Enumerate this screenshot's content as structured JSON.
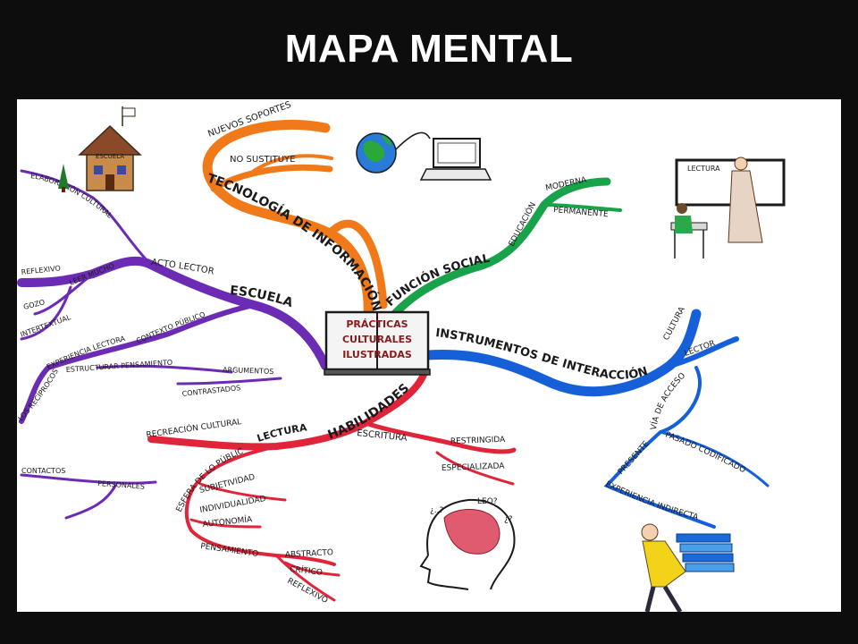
{
  "slide": {
    "title": "MAPA MENTAL"
  },
  "center": {
    "lines": [
      "PRÁCTICAS",
      "CULTURALES",
      "ILUSTRADAS"
    ]
  },
  "branches": {
    "tecnologia": {
      "label": "TECNOLOGÍA DE INFORMACIÓN",
      "subs": [
        "NUEVOS SOPORTES",
        "NO SUSTITUYE"
      ]
    },
    "funcion": {
      "label": "FUNCIÓN SOCIAL",
      "subs": [
        "EDUCACIÓN",
        "MODERNA",
        "PERMANENTE"
      ]
    },
    "instrumentos": {
      "label": "INSTRUMENTOS DE INTERACCIÓN",
      "subs": [
        "CULTURA",
        "LECTOR",
        "VÍA DE ACCESO",
        "PRESENTE",
        "PASADO CODIFICADO",
        "EXPERIENCIA INDIRECTA"
      ]
    },
    "habilidades": {
      "label": "HABILIDADES",
      "subs": [
        "LECTURA",
        "RECREACIÓN CULTURAL",
        "ESFERA DE LO PÚBLICO",
        "SUBJETIVIDAD",
        "INDIVIDUALIDAD",
        "AUTONOMÍA",
        "PENSAMIENTO",
        "ABSTRACTO",
        "CRÍTICO",
        "REFLEXIVO",
        "ESCRITURA",
        "RESTRINGIDA",
        "ESPECIALIZADA"
      ]
    },
    "escuela": {
      "label": "ESCUELA",
      "subs": [
        "ACTO LECTOR",
        "ELABORACIÓN CULTURAL",
        "LEER MUCHO",
        "REFLEXIVO",
        "GOZO",
        "INTERTEXTUAL",
        "CONTEXTO PÚBLICO",
        "EXPERIENCIA LECTORA",
        "ESTRUCTURAR PENSAMIENTO",
        "ARGUMENTOS",
        "CONTRASTADOS",
        "LOS RECÍPROCOS",
        "CONTACTOS",
        "PERSONALES"
      ]
    }
  },
  "illustrations": {
    "school_sign": "ESCUELA",
    "board_text": "LECTURA",
    "speech": [
      "¿..?",
      "LEO?",
      "¿?"
    ]
  },
  "colors": {
    "orange": "#f07a1a",
    "green": "#18a34a",
    "blue": "#1560d8",
    "red": "#e0243a",
    "purple": "#6c2bb5",
    "background": "#0d0d0d"
  }
}
